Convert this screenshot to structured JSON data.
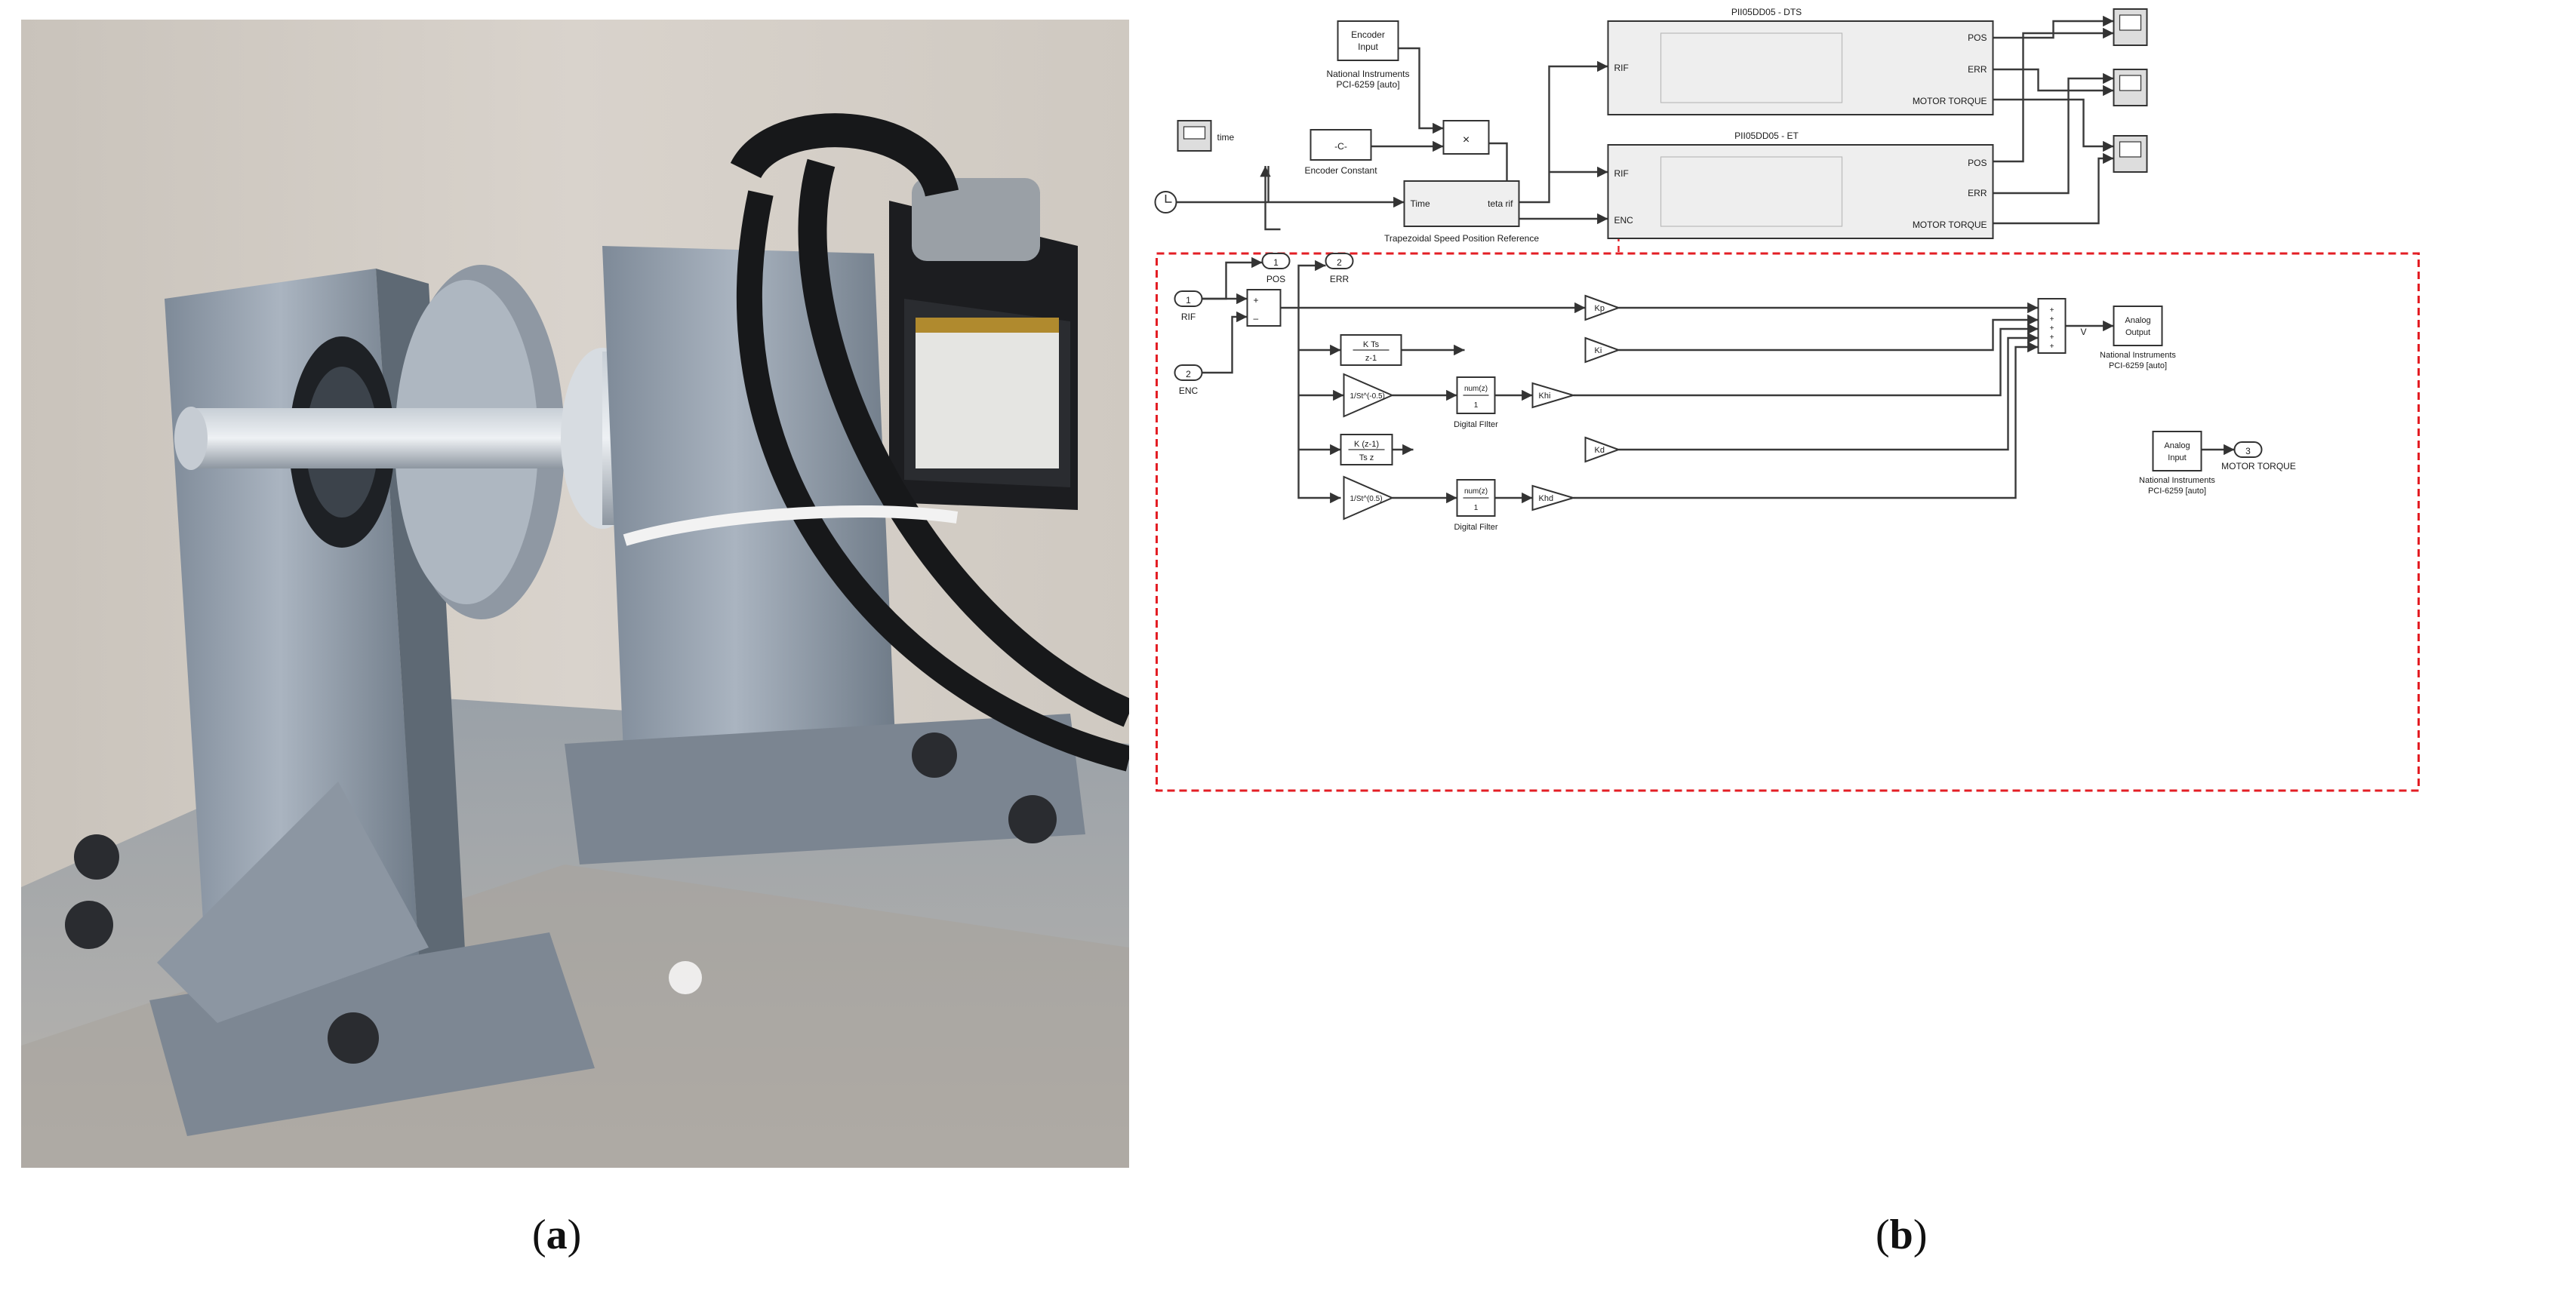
{
  "panels": {
    "a_open": "(",
    "a_letter": "a",
    "a_close": ")",
    "b_open": "(",
    "b_letter": "b",
    "b_close": ")"
  },
  "top": {
    "encoder_input": [
      "Encoder",
      "Input"
    ],
    "encoder_input_caption": [
      "National Instruments",
      "PCI-6259 [auto]"
    ],
    "time_label": "time",
    "constant_value": "-C-",
    "constant_caption": "Encoder Constant",
    "product_symbol": "×",
    "traj_in": "Time",
    "traj_out": "teta rif",
    "traj_caption": "Trapezoidal Speed Position Reference",
    "dts_title": "PII05DD05 - DTS",
    "et_title": "PII05DD05 - ET",
    "port_rif": "RIF",
    "port_enc": "ENC",
    "port_pos": "POS",
    "port_err": "ERR",
    "port_torque": "MOTOR TORQUE"
  },
  "sub": {
    "out1_num": "1",
    "out1_label": "POS",
    "out2_num": "2",
    "out2_label": "ERR",
    "out3_num": "3",
    "out3_label": "MOTOR TORQUE",
    "in1_num": "1",
    "in1_label": "RIF",
    "in2_num": "2",
    "in2_label": "ENC",
    "sum_plus": "+",
    "sum_minus": "–",
    "kp": "Kp",
    "ki": "Ki",
    "khi": "Khi",
    "kd": "Kd",
    "khd": "Khd",
    "integrator_num": "K Ts",
    "integrator_den": "z-1",
    "derivative_num": "K (z-1)",
    "derivative_den": "Ts z",
    "frac_neg": "1/St^(-0.5)",
    "frac_pos": "1/St^(0.5)",
    "filter_num": "num(z)",
    "filter_den": "1",
    "filter1_caption": "Digital FIlter",
    "filter2_caption": "Digital Filter",
    "v_label": "V",
    "analog_output": [
      "Analog",
      "Output"
    ],
    "analog_output_caption": [
      "National Instruments",
      "PCI-6259 [auto]"
    ],
    "analog_input": [
      "Analog",
      "Input"
    ],
    "analog_input_caption": [
      "National Instruments",
      "PCI-6259 [auto]"
    ]
  },
  "colors": {
    "accent_red": "#e31e24",
    "line": "#3a3a3a",
    "block_bg": "#ffffff",
    "subsystem_bg": "#eeeeee"
  }
}
